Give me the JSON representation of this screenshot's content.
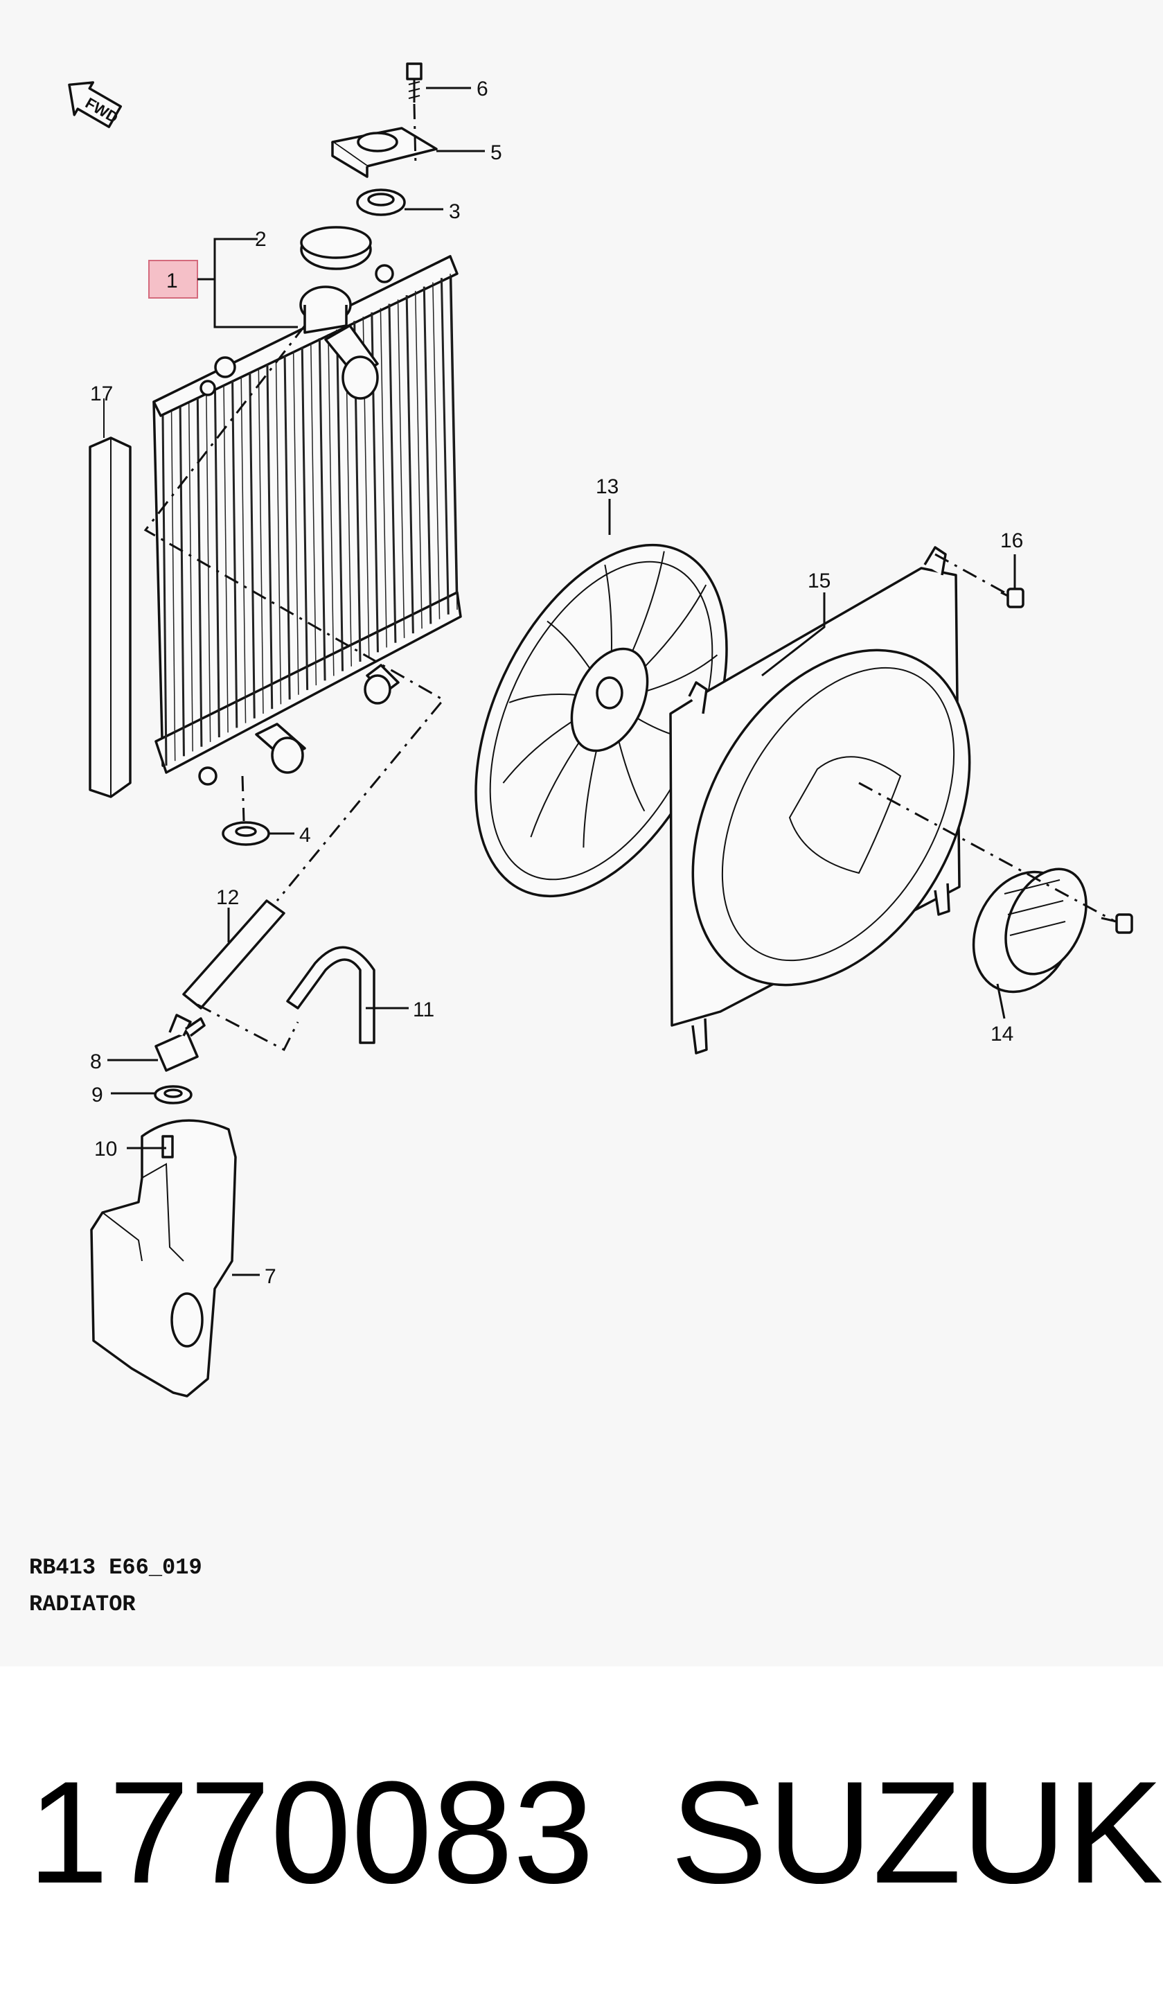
{
  "diagram": {
    "code": "RB413 E66_019",
    "title": "RADIATOR",
    "direction_label": "FWD",
    "highlighted_callout": "1",
    "highlight_color": "#e8a0a8",
    "callouts": [
      "1",
      "2",
      "3",
      "4",
      "5",
      "6",
      "7",
      "8",
      "9",
      "10",
      "11",
      "12",
      "13",
      "14",
      "15",
      "16",
      "17"
    ],
    "parts": [
      {
        "name": "radiator",
        "icon": "radiator-icon"
      },
      {
        "name": "radiator-cap",
        "icon": "cap-icon"
      },
      {
        "name": "seal-ring",
        "icon": "seal-icon"
      },
      {
        "name": "lower-grommet",
        "icon": "grommet-icon"
      },
      {
        "name": "upper-bracket",
        "icon": "bracket-icon"
      },
      {
        "name": "bolt",
        "icon": "bolt-icon"
      },
      {
        "name": "reservoir-tank",
        "icon": "tank-icon"
      },
      {
        "name": "tank-cap",
        "icon": "cap-icon"
      },
      {
        "name": "tank-seal",
        "icon": "seal-icon"
      },
      {
        "name": "tank-nipple",
        "icon": "nipple-icon"
      },
      {
        "name": "overflow-hose",
        "icon": "hose-icon"
      },
      {
        "name": "straight-hose",
        "icon": "hose-icon"
      },
      {
        "name": "fan-blade",
        "icon": "fan-icon"
      },
      {
        "name": "fan-motor",
        "icon": "motor-icon"
      },
      {
        "name": "fan-shroud",
        "icon": "shroud-icon"
      },
      {
        "name": "shroud-screw",
        "icon": "screw-icon"
      },
      {
        "name": "side-seal",
        "icon": "seal-strip-icon"
      }
    ]
  },
  "footer": {
    "part_number": "1770083",
    "brand": "SUZUKI"
  }
}
